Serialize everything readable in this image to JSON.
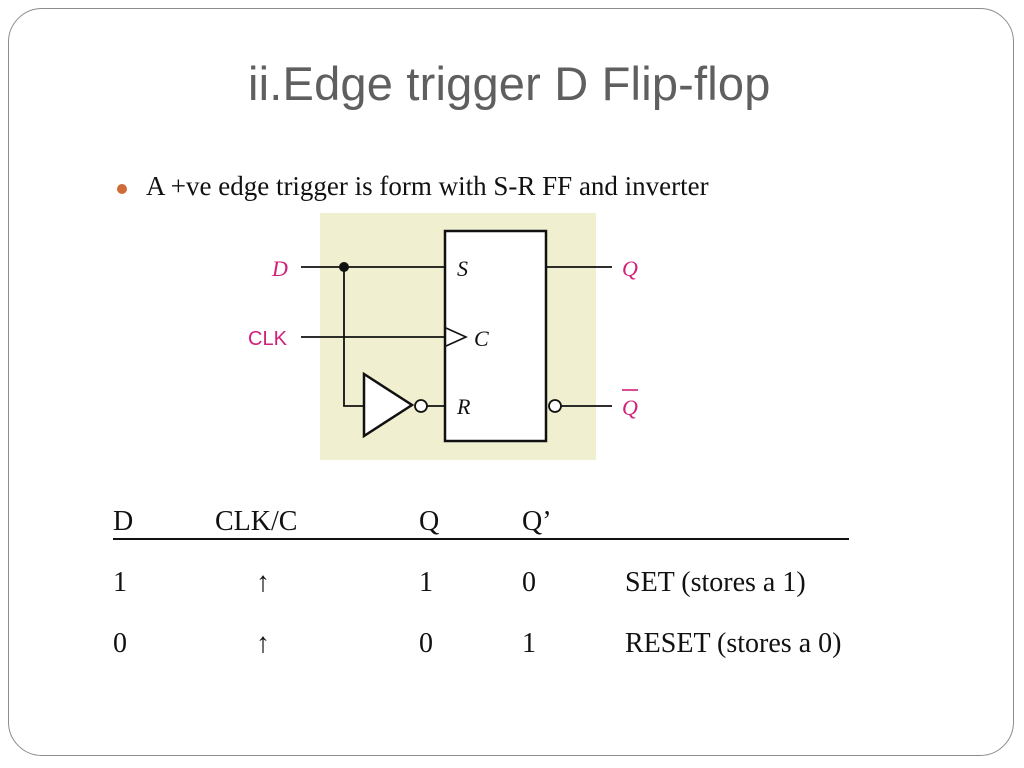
{
  "slide": {
    "title": "ii.Edge trigger D Flip-flop",
    "bullet": "A +ve edge trigger is form with S-R FF and inverter"
  },
  "circuit": {
    "label_color": "#d1207a",
    "background_color": "#f0efcf",
    "inputs": {
      "d": "D",
      "clk": "CLK"
    },
    "pins": {
      "s": "S",
      "c": "C",
      "r": "R"
    },
    "outputs": {
      "q": "Q",
      "qbar": "Q"
    }
  },
  "table": {
    "headers": [
      "D",
      "CLK/C",
      "Q",
      "Q’"
    ],
    "rows": [
      {
        "d": "1",
        "clk": "↑",
        "q": "1",
        "qbar": "0",
        "state": "SET (stores a 1)"
      },
      {
        "d": "0",
        "clk": "↑",
        "q": "0",
        "qbar": "1",
        "state": "RESET (stores a 0)"
      }
    ]
  }
}
